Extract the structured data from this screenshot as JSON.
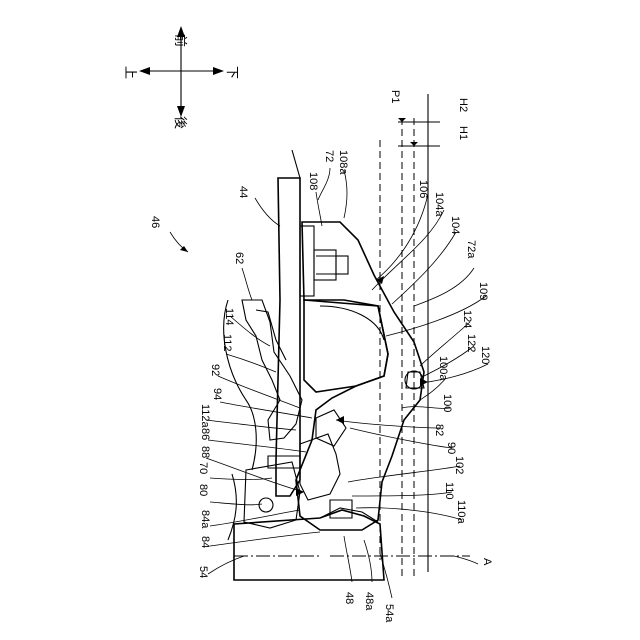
{
  "figure": {
    "assembly_label": "46",
    "section_label": "A"
  },
  "directions": {
    "front": "前",
    "rear": "後",
    "up": "上",
    "down": "下"
  },
  "reference_lines": [
    "P1",
    "H2",
    "H1"
  ],
  "part_labels": [
    "44",
    "72",
    "108a",
    "108",
    "106",
    "104a",
    "104",
    "72a",
    "109",
    "124",
    "122",
    "120",
    "100a",
    "100",
    "82",
    "90",
    "102",
    "110",
    "110a",
    "62",
    "114",
    "112",
    "92",
    "94",
    "112a",
    "86",
    "88",
    "70",
    "80",
    "84a",
    "84",
    "54",
    "48",
    "48a",
    "54a"
  ]
}
